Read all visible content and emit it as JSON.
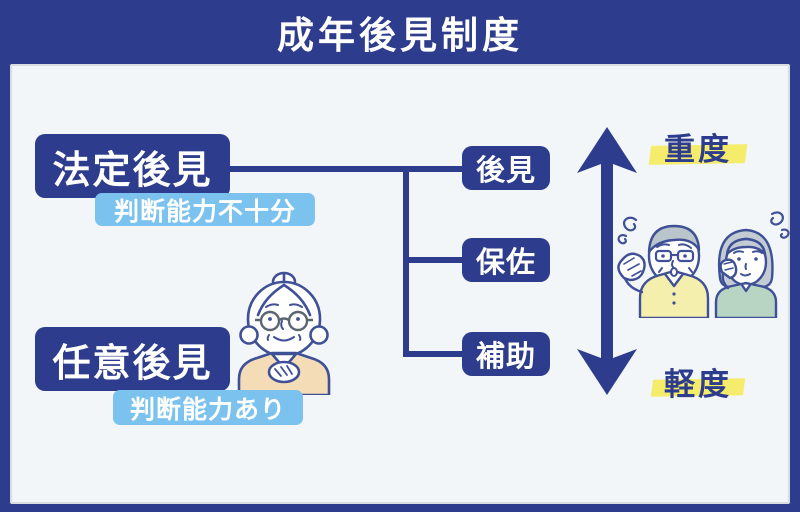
{
  "title": "成年後見制度",
  "diagram": {
    "legal": {
      "label": "法定後見",
      "caption": "判断能力不十分"
    },
    "voluntary": {
      "label": "任意後見",
      "caption": "判断能力あり"
    },
    "types": [
      {
        "label": "後見"
      },
      {
        "label": "保佐"
      },
      {
        "label": "補助"
      }
    ],
    "severity": {
      "high": "重度",
      "low": "軽度"
    }
  },
  "icons": {
    "arrow": "double-headed-vertical-arrow-icon",
    "woman": "elderly-woman-illustration",
    "couple": "confused-elderly-couple-illustration"
  },
  "colors": {
    "navy": "#2d3c8c",
    "panel_bg": "#f2f6f9",
    "light_blue": "#7cc2ee",
    "highlight_yellow": "#f6ec6b",
    "text_white": "#ffffff"
  }
}
